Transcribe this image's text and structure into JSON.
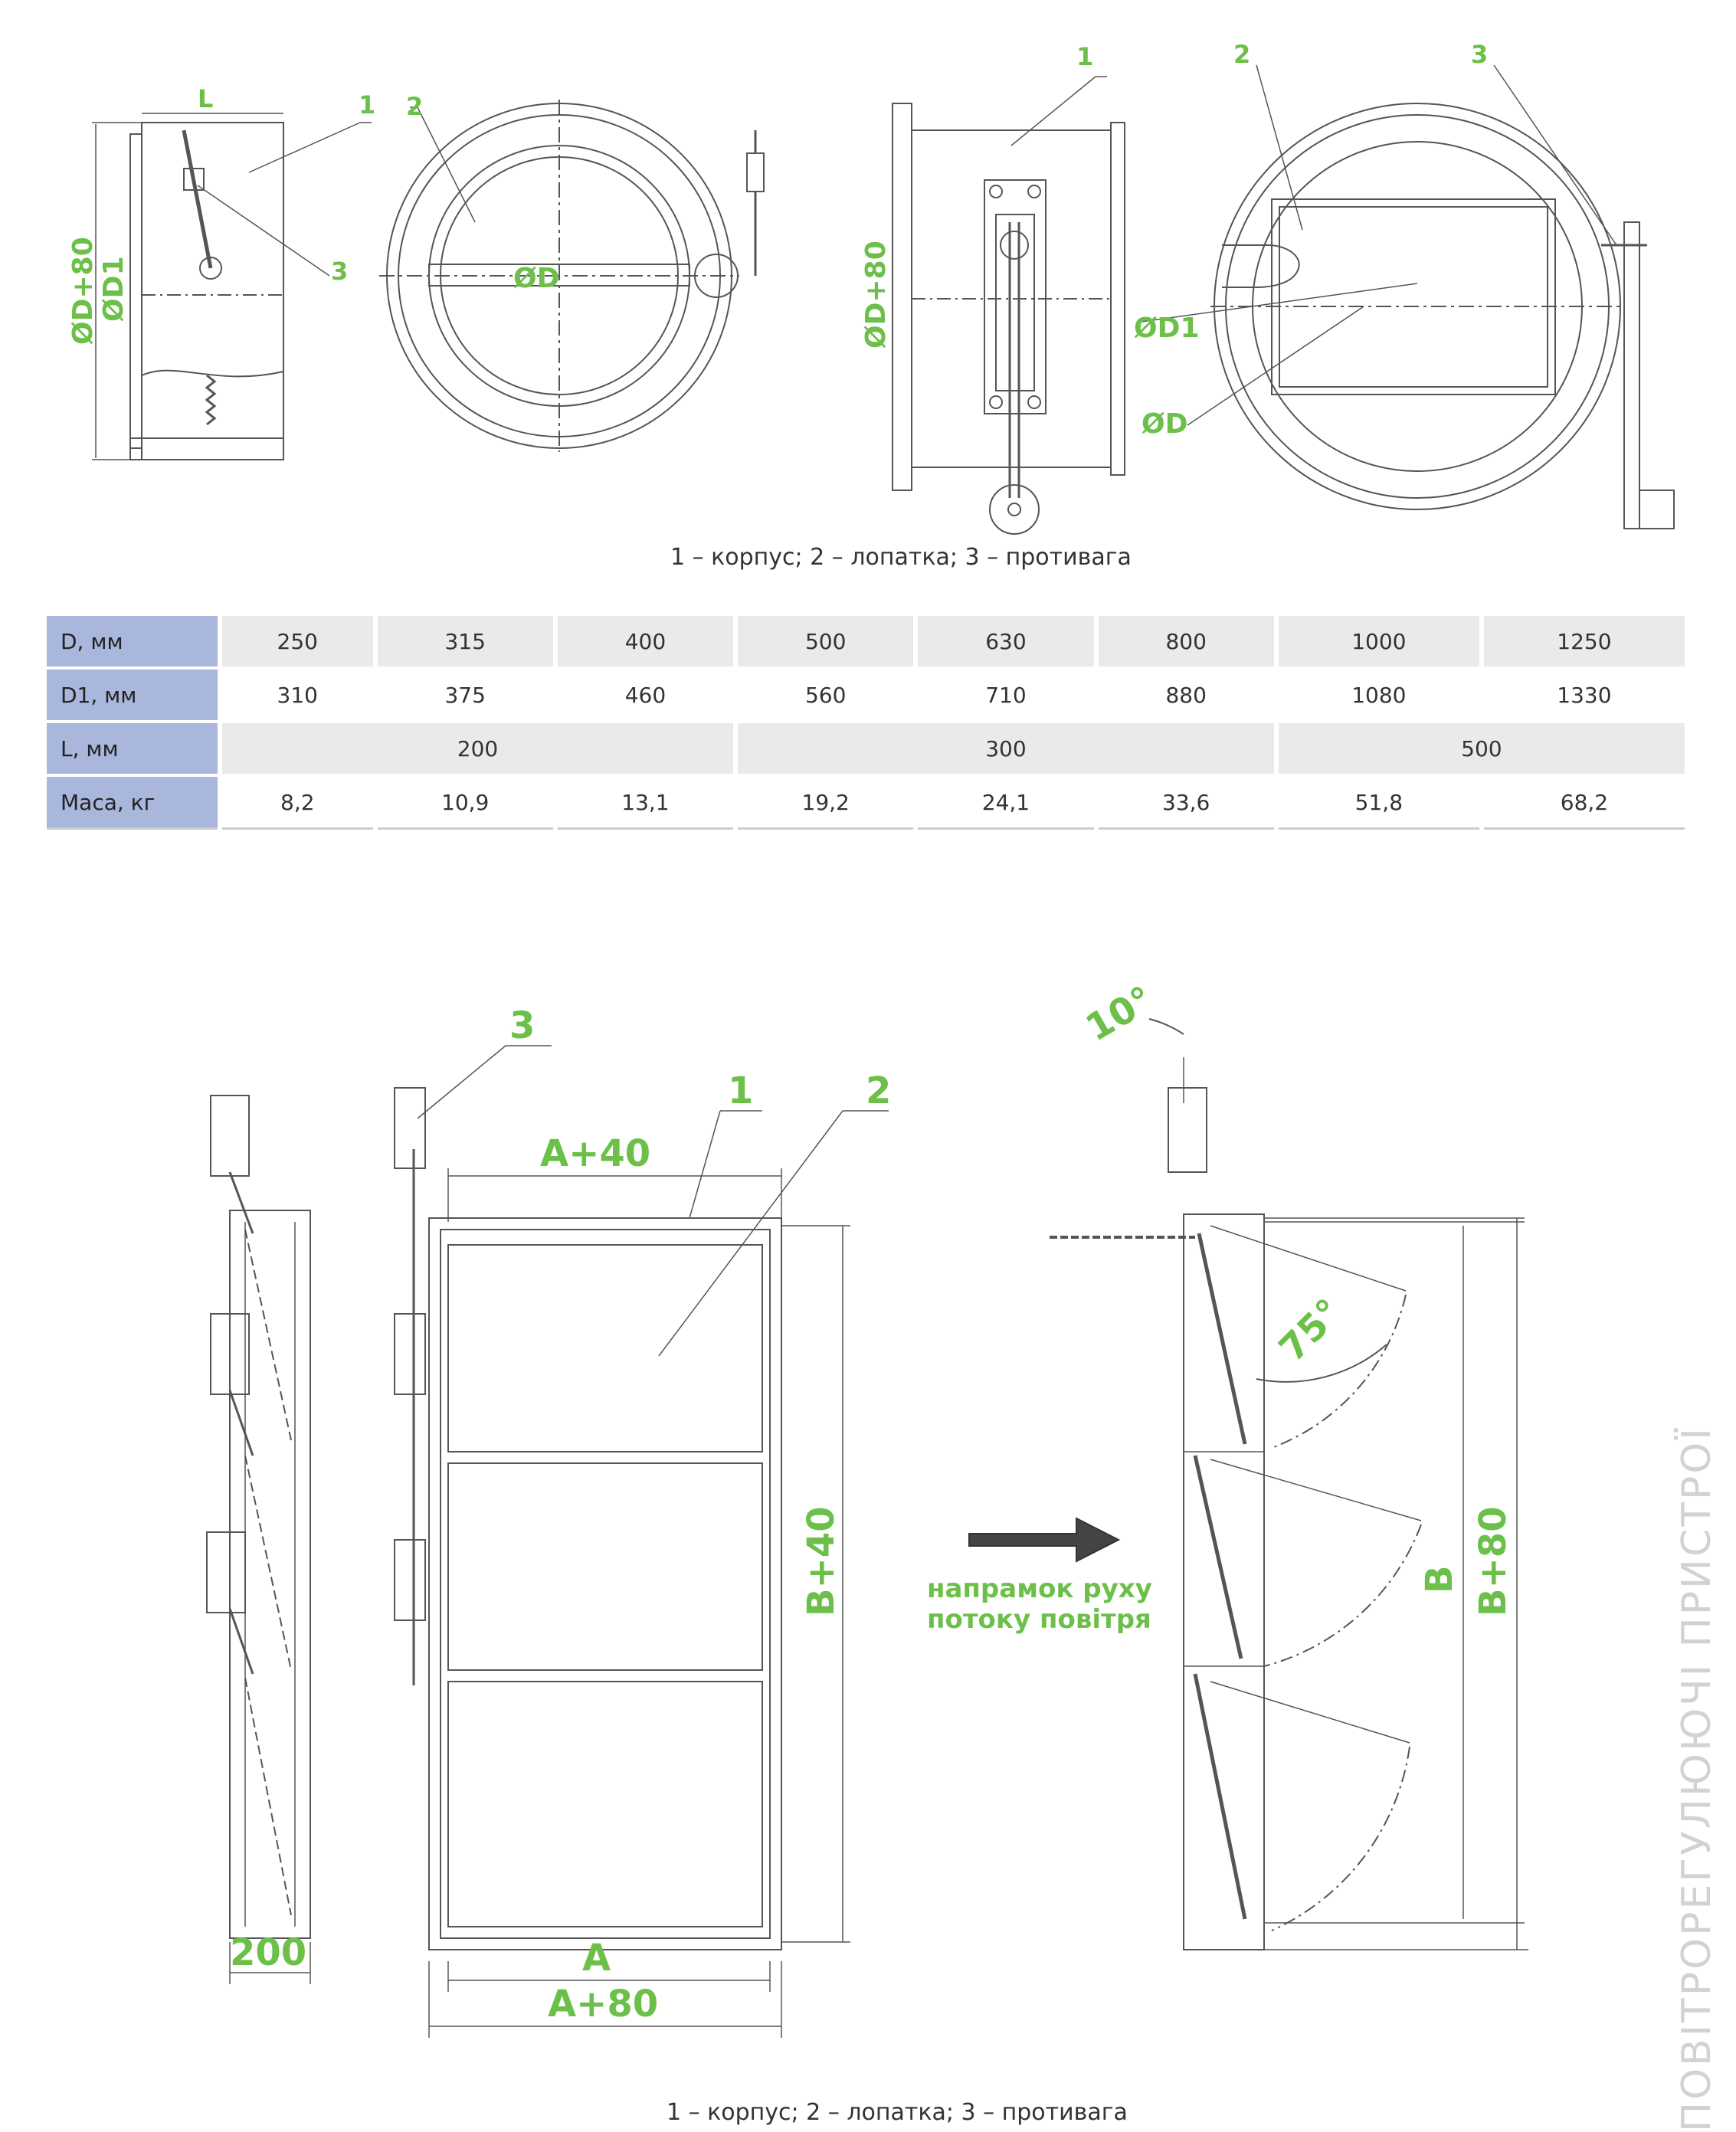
{
  "top_labels": {
    "L": "L",
    "od80": "ØD+80",
    "od1": "ØD1",
    "od": "ØD",
    "n1": "1",
    "n2": "2",
    "n3": "3"
  },
  "top_caption": "1 – корпус; 2 – лопатка; 3 – противага",
  "table": {
    "rows": [
      {
        "label": "D, мм",
        "shaded": true,
        "cells": [
          {
            "v": "250",
            "span": 1
          },
          {
            "v": "315",
            "span": 1
          },
          {
            "v": "400",
            "span": 1
          },
          {
            "v": "500",
            "span": 1
          },
          {
            "v": "630",
            "span": 1
          },
          {
            "v": "800",
            "span": 1
          },
          {
            "v": "1000",
            "span": 1
          },
          {
            "v": "1250",
            "span": 1
          }
        ]
      },
      {
        "label": "D1, мм",
        "shaded": false,
        "cells": [
          {
            "v": "310",
            "span": 1
          },
          {
            "v": "375",
            "span": 1
          },
          {
            "v": "460",
            "span": 1
          },
          {
            "v": "560",
            "span": 1
          },
          {
            "v": "710",
            "span": 1
          },
          {
            "v": "880",
            "span": 1
          },
          {
            "v": "1080",
            "span": 1
          },
          {
            "v": "1330",
            "span": 1
          }
        ]
      },
      {
        "label": "L, мм",
        "shaded": true,
        "cells": [
          {
            "v": "200",
            "span": 3
          },
          {
            "v": "300",
            "span": 3
          },
          {
            "v": "500",
            "span": 2
          }
        ]
      },
      {
        "label": "Маса, кг",
        "shaded": false,
        "cells": [
          {
            "v": "8,2",
            "span": 1
          },
          {
            "v": "10,9",
            "span": 1
          },
          {
            "v": "13,1",
            "span": 1
          },
          {
            "v": "19,2",
            "span": 1
          },
          {
            "v": "24,1",
            "span": 1
          },
          {
            "v": "33,6",
            "span": 1
          },
          {
            "v": "51,8",
            "span": 1
          },
          {
            "v": "68,2",
            "span": 1
          }
        ]
      }
    ]
  },
  "bottom_labels": {
    "n1": "1",
    "n2": "2",
    "n3": "3",
    "a40": "A+40",
    "b40": "B+40",
    "a": "A",
    "a80": "A+80",
    "d200": "200",
    "b": "B",
    "b80": "B+80",
    "ang10": "10°",
    "ang75": "75°",
    "flow_line1": "напрамок руху",
    "flow_line2": "потоку повітря"
  },
  "bottom_caption": "1 – корпус; 2 – лопатка; 3 – противага",
  "side_title": "ПОВІТРОРЕГУЛЮЮЧІ ПРИСТРОЇ",
  "colors": {
    "accent": "#6cc04a",
    "header": "#a9b7dc",
    "shade": "#eaeaea",
    "line": "#555555"
  }
}
